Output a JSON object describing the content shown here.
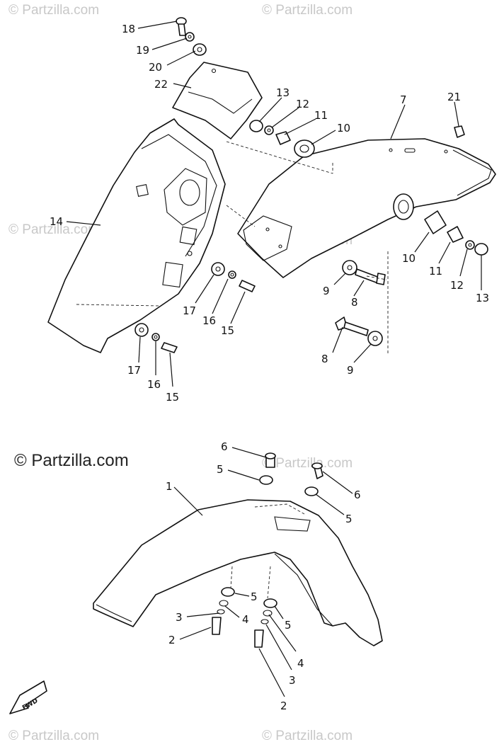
{
  "watermark": "© Partzilla.com",
  "copyright": "© Partzilla.com",
  "fwd_label": "FWD",
  "callouts": {
    "c1": "1",
    "c2": "2",
    "c3": "3",
    "c4": "4",
    "c5": "5",
    "c6": "6",
    "c7": "7",
    "c8": "8",
    "c9": "9",
    "c10": "10",
    "c11": "11",
    "c12": "12",
    "c13": "13",
    "c14": "14",
    "c15": "15",
    "c16": "16",
    "c17": "17",
    "c18": "18",
    "c19": "19",
    "c20": "20",
    "c21": "21",
    "c22": "22"
  }
}
